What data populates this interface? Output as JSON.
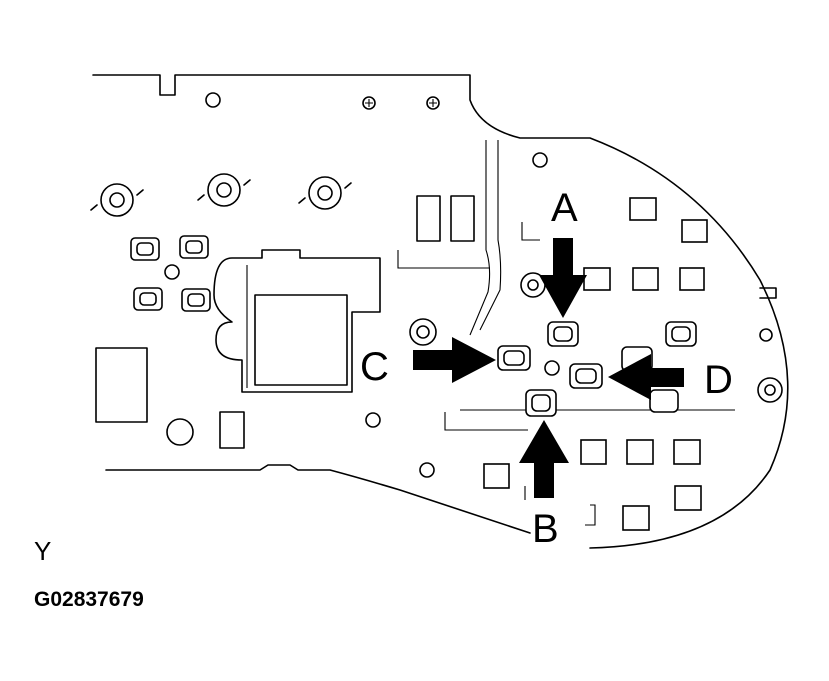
{
  "callouts": {
    "a": "A",
    "b": "B",
    "c": "C",
    "d": "D"
  },
  "view_label": "Y",
  "figure_code": "G02837679",
  "colors": {
    "line": "#000000",
    "background": "#ffffff"
  }
}
